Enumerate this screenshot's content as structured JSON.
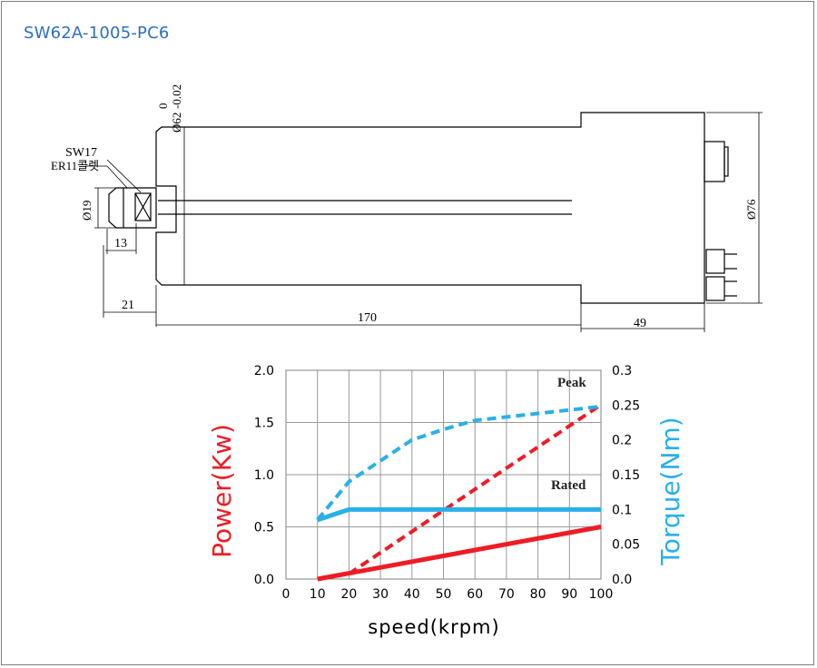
{
  "page": {
    "title": "SW62A-1005-PC6",
    "colors": {
      "power": "#ee1c24",
      "torque": "#29b0e8",
      "title": "#2b6fc7"
    }
  },
  "drawing": {
    "labels": {
      "wrench": "SW17",
      "collet": "ER11콜렛",
      "collet_dia": "Ø19",
      "body_dia": "Ø62",
      "tol_upper": "0",
      "tol_lower": "-0.02",
      "rear_dia": "Ø76",
      "dim_collet_len": "13",
      "dim_front": "21",
      "dim_body": "170",
      "dim_rear": "49"
    }
  },
  "chart_data": {
    "type": "line",
    "xlabel": "speed(krpm)",
    "ylabel": "Power(Kw)",
    "y2label": "Torque(Nm)",
    "xlim": [
      0,
      100
    ],
    "ylim": [
      0,
      2.0
    ],
    "y2lim": [
      0,
      0.3
    ],
    "xticks": [
      "0",
      "10",
      "20",
      "30",
      "40",
      "50",
      "60",
      "70",
      "80",
      "90",
      "100"
    ],
    "yticks": [
      "0.0",
      "0.5",
      "1.0",
      "1.5",
      "2.0"
    ],
    "y2ticks": [
      "0.0",
      "0.05",
      "0.1",
      "0.15",
      "0.2",
      "0.25",
      "0.3"
    ],
    "grid": true,
    "annotations": {
      "peak": "Peak",
      "rated": "Rated"
    },
    "series": [
      {
        "axis": "left",
        "style": "solid",
        "color": "#ee1c24",
        "x": [
          10,
          100
        ],
        "y": [
          0.0,
          0.5
        ]
      },
      {
        "axis": "left",
        "style": "dashed",
        "color": "#ee1c24",
        "x": [
          20,
          100
        ],
        "y": [
          0.05,
          1.67
        ]
      },
      {
        "axis": "right",
        "style": "solid",
        "color": "#29b0e8",
        "x": [
          10,
          20,
          100
        ],
        "y": [
          0.085,
          0.1,
          0.1
        ]
      },
      {
        "axis": "right",
        "style": "dashed",
        "color": "#29b0e8",
        "x": [
          10,
          20,
          30,
          40,
          50,
          60,
          70,
          80,
          90,
          100
        ],
        "y": [
          0.085,
          0.14,
          0.17,
          0.2,
          0.215,
          0.228,
          0.233,
          0.238,
          0.243,
          0.248
        ]
      }
    ]
  }
}
